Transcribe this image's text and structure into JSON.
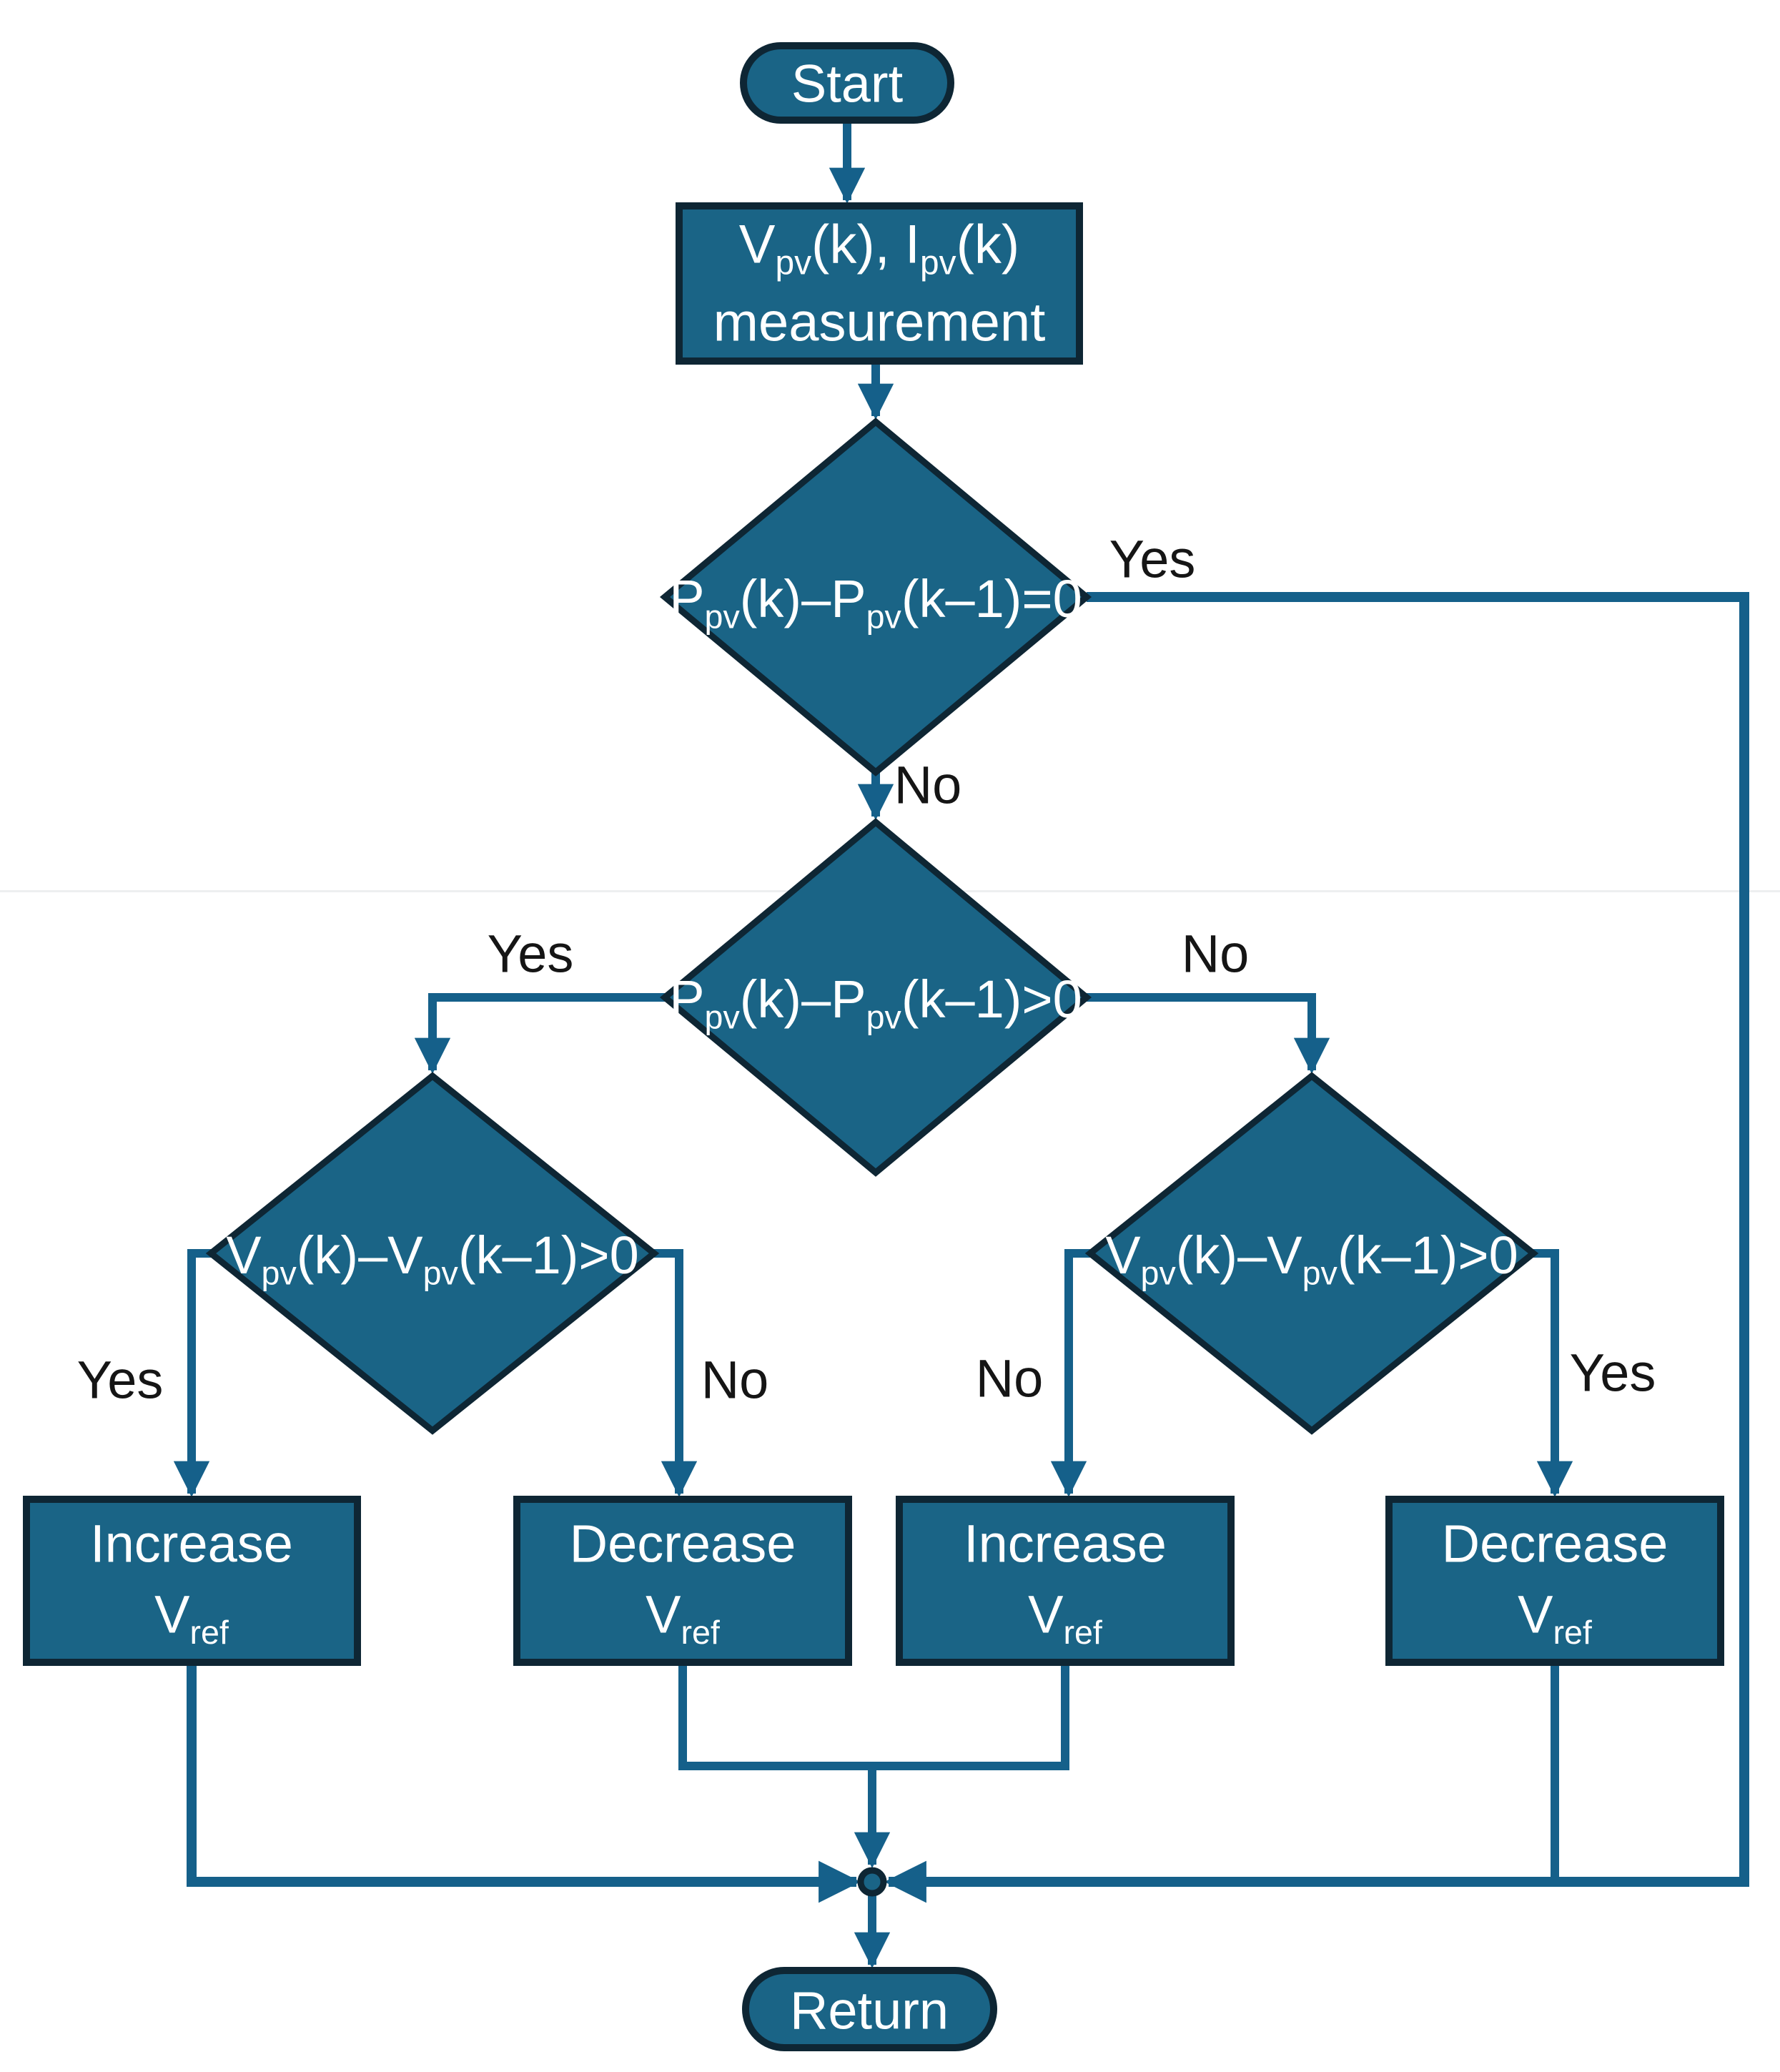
{
  "figure": {
    "type": "flowchart",
    "description_visible_shapes": "terminator, process, decision nodes connected by arrows with a merge dot"
  },
  "colors": {
    "shape_fill": "#1a6486",
    "shape_stroke": "#0e2634",
    "connector": "#15608a",
    "edge_label": "#151515",
    "node_text": "#ffffff",
    "background": "#ffffff"
  },
  "nodes": {
    "start": {
      "label": "Start"
    },
    "measurement": {
      "s0": "V",
      "s1": "pv",
      "s2": "(k), I",
      "s3": "pv",
      "s4": "(k)",
      "line2": "measurement"
    },
    "decision1": {
      "s0": "P",
      "s1": "pv",
      "s2": "(k)–P",
      "s3": "pv",
      "s4": "(k–1)=0"
    },
    "decision2": {
      "s0": "P",
      "s1": "pv",
      "s2": "(k)–P",
      "s3": "pv",
      "s4": "(k–1)>0"
    },
    "decision3": {
      "s0": "V",
      "s1": "pv",
      "s2": "(k)–V",
      "s3": "pv",
      "s4": "(k–1)>0"
    },
    "decision4": {
      "s0": "V",
      "s1": "pv",
      "s2": "(k)–V",
      "s3": "pv",
      "s4": "(k–1)>0"
    },
    "increase_left": {
      "line1": "Increase",
      "v": "V",
      "vsub": "ref"
    },
    "decrease_left": {
      "line1": "Decrease",
      "v": "V",
      "vsub": "ref"
    },
    "increase_right": {
      "line1": "Increase",
      "v": "V",
      "vsub": "ref"
    },
    "decrease_right": {
      "line1": "Decrease",
      "v": "V",
      "vsub": "ref"
    },
    "return": {
      "label": "Return"
    }
  },
  "edge_labels": {
    "decision1_yes": "Yes",
    "decision1_no": "No",
    "decision2_yes": "Yes",
    "decision2_no": "No",
    "decision3_yes": "Yes",
    "decision3_no": "No",
    "decision4_no": "No",
    "decision4_yes": "Yes"
  }
}
